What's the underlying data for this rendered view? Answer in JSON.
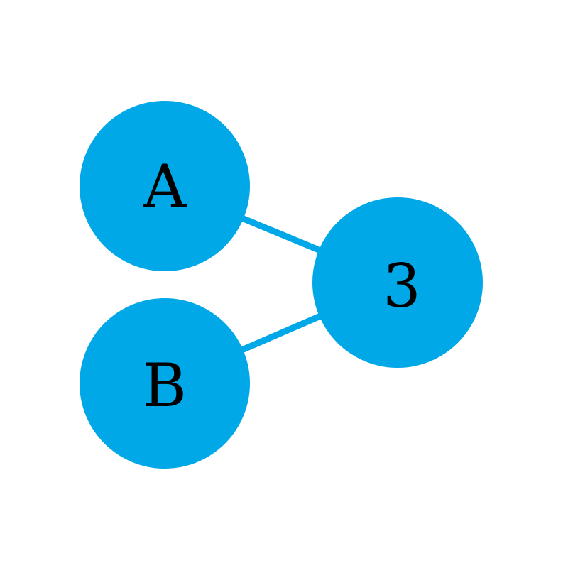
{
  "diagram": {
    "nodes": [
      {
        "id": "A",
        "label": "A"
      },
      {
        "id": "B",
        "label": "B"
      },
      {
        "id": "3",
        "label": "3"
      }
    ],
    "edges": [
      {
        "from": "A",
        "to": "3"
      },
      {
        "from": "B",
        "to": "3"
      }
    ],
    "colors": {
      "node_fill": "#00A8E8",
      "edge_stroke": "#00A8E8",
      "label": "#000000",
      "background": "#FFFFFF"
    }
  }
}
